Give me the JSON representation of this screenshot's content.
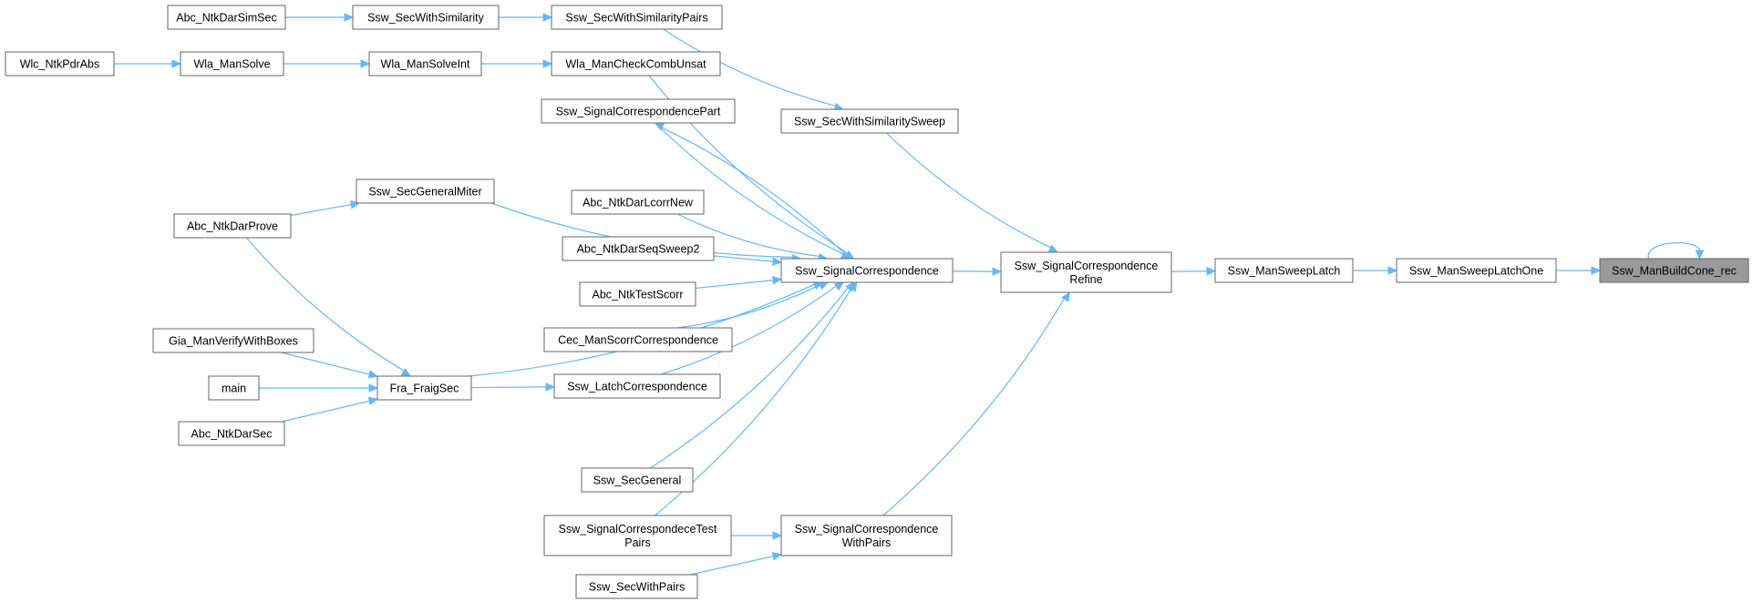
{
  "colors": {
    "edge": "#63b8ff",
    "node_border": "#666666",
    "root_fill": "#9a9a9a",
    "node_fill": "#ffffff"
  },
  "nodes": [
    {
      "id": "abc_ntkdarsimsec",
      "lines": [
        "Abc_NtkDarSimSec"
      ]
    },
    {
      "id": "ssw_secwithsimilarity",
      "lines": [
        "Ssw_SecWithSimilarity"
      ]
    },
    {
      "id": "ssw_secwithsimilaritypairs",
      "lines": [
        "Ssw_SecWithSimilarityPairs"
      ]
    },
    {
      "id": "wlc_ntkpdrabs",
      "lines": [
        "Wlc_NtkPdrAbs"
      ]
    },
    {
      "id": "wla_mansolve",
      "lines": [
        "Wla_ManSolve"
      ]
    },
    {
      "id": "wla_mansolveint",
      "lines": [
        "Wla_ManSolveInt"
      ]
    },
    {
      "id": "wla_mancheckcombunsat",
      "lines": [
        "Wla_ManCheckCombUnsat"
      ]
    },
    {
      "id": "ssw_signalcorrespondencepart",
      "lines": [
        "Ssw_SignalCorrespondencePart"
      ]
    },
    {
      "id": "ssw_secwithsimilaritysweep",
      "lines": [
        "Ssw_SecWithSimilaritySweep"
      ]
    },
    {
      "id": "ssw_secgeneralmiter",
      "lines": [
        "Ssw_SecGeneralMiter"
      ]
    },
    {
      "id": "abc_ntkdarprove",
      "lines": [
        "Abc_NtkDarProve"
      ]
    },
    {
      "id": "abc_ntkdarlcorrnew",
      "lines": [
        "Abc_NtkDarLcorrNew"
      ]
    },
    {
      "id": "abc_ntkdarseqsweep2",
      "lines": [
        "Abc_NtkDarSeqSweep2"
      ]
    },
    {
      "id": "ssw_signalcorrespondence",
      "lines": [
        "Ssw_SignalCorrespondence"
      ]
    },
    {
      "id": "ssw_signalcorrespondencerefine",
      "lines": [
        "Ssw_SignalCorrespondence",
        "Refine"
      ]
    },
    {
      "id": "ssw_mansweeplatch",
      "lines": [
        "Ssw_ManSweepLatch"
      ]
    },
    {
      "id": "ssw_mansweeplatchone",
      "lines": [
        "Ssw_ManSweepLatchOne"
      ]
    },
    {
      "id": "ssw_manbuildcone_rec",
      "lines": [
        "Ssw_ManBuildCone_rec"
      ]
    },
    {
      "id": "abc_ntktestscorr",
      "lines": [
        "Abc_NtkTestScorr"
      ]
    },
    {
      "id": "gia_manverifywithboxes",
      "lines": [
        "Gia_ManVerifyWithBoxes"
      ]
    },
    {
      "id": "cec_manscorrcorrespondence",
      "lines": [
        "Cec_ManScorrCorrespondence"
      ]
    },
    {
      "id": "main",
      "lines": [
        "main"
      ]
    },
    {
      "id": "fra_fraigsec",
      "lines": [
        "Fra_FraigSec"
      ]
    },
    {
      "id": "ssw_latchcorrespondence",
      "lines": [
        "Ssw_LatchCorrespondence"
      ]
    },
    {
      "id": "abc_ntkdarsec",
      "lines": [
        "Abc_NtkDarSec"
      ]
    },
    {
      "id": "ssw_secgeneral",
      "lines": [
        "Ssw_SecGeneral"
      ]
    },
    {
      "id": "ssw_signalcorrespondecetestpairs",
      "lines": [
        "Ssw_SignalCorrespondeceTest",
        "Pairs"
      ]
    },
    {
      "id": "ssw_signalcorrespondencewithpairs",
      "lines": [
        "Ssw_SignalCorrespondence",
        "WithPairs"
      ]
    },
    {
      "id": "ssw_secwithpairs",
      "lines": [
        "Ssw_SecWithPairs"
      ]
    }
  ],
  "edges": [
    {
      "from": "abc_ntkdarsimsec",
      "to": "ssw_secwithsimilarity"
    },
    {
      "from": "ssw_secwithsimilarity",
      "to": "ssw_secwithsimilaritypairs"
    },
    {
      "from": "ssw_secwithsimilaritypairs",
      "to": "ssw_secwithsimilaritysweep"
    },
    {
      "from": "wlc_ntkpdrabs",
      "to": "wla_mansolve"
    },
    {
      "from": "wla_mansolve",
      "to": "wla_mansolveint"
    },
    {
      "from": "wla_mansolveint",
      "to": "wla_mancheckcombunsat"
    },
    {
      "from": "wla_mancheckcombunsat",
      "to": "ssw_signalcorrespondence"
    },
    {
      "from": "ssw_signalcorrespondencepart",
      "to": "ssw_signalcorrespondence"
    },
    {
      "from": "ssw_signalcorrespondence",
      "to": "ssw_signalcorrespondencepart"
    },
    {
      "from": "ssw_secwithsimilaritysweep",
      "to": "ssw_signalcorrespondencerefine"
    },
    {
      "from": "ssw_secgeneralmiter",
      "to": "ssw_signalcorrespondence"
    },
    {
      "from": "abc_ntkdarprove",
      "to": "ssw_secgeneralmiter"
    },
    {
      "from": "abc_ntkdarprove",
      "to": "fra_fraigsec"
    },
    {
      "from": "abc_ntkdarlcorrnew",
      "to": "ssw_signalcorrespondence"
    },
    {
      "from": "abc_ntkdarseqsweep2",
      "to": "ssw_signalcorrespondence"
    },
    {
      "from": "abc_ntktestscorr",
      "to": "ssw_signalcorrespondence"
    },
    {
      "from": "cec_manscorrcorrespondence",
      "to": "ssw_signalcorrespondence"
    },
    {
      "from": "ssw_latchcorrespondence",
      "to": "ssw_signalcorrespondence"
    },
    {
      "from": "fra_fraigsec",
      "to": "ssw_signalcorrespondence"
    },
    {
      "from": "ssw_secgeneral",
      "to": "ssw_signalcorrespondence"
    },
    {
      "from": "ssw_signalcorrespondecetestpairs",
      "to": "ssw_signalcorrespondence"
    },
    {
      "from": "ssw_signalcorrespondence",
      "to": "ssw_signalcorrespondencerefine"
    },
    {
      "from": "ssw_signalcorrespondencewithpairs",
      "to": "ssw_signalcorrespondencerefine"
    },
    {
      "from": "ssw_signalcorrespondencerefine",
      "to": "ssw_mansweeplatch"
    },
    {
      "from": "ssw_mansweeplatch",
      "to": "ssw_mansweeplatchone"
    },
    {
      "from": "ssw_mansweeplatchone",
      "to": "ssw_manbuildcone_rec"
    },
    {
      "from": "ssw_manbuildcone_rec",
      "to": "ssw_manbuildcone_rec"
    },
    {
      "from": "gia_manverifywithboxes",
      "to": "fra_fraigsec"
    },
    {
      "from": "main",
      "to": "fra_fraigsec"
    },
    {
      "from": "abc_ntkdarsec",
      "to": "fra_fraigsec"
    },
    {
      "from": "fra_fraigsec",
      "to": "ssw_latchcorrespondence"
    },
    {
      "from": "ssw_signalcorrespondecetestpairs",
      "to": "ssw_signalcorrespondencewithpairs"
    },
    {
      "from": "ssw_secwithpairs",
      "to": "ssw_signalcorrespondencewithpairs"
    }
  ]
}
